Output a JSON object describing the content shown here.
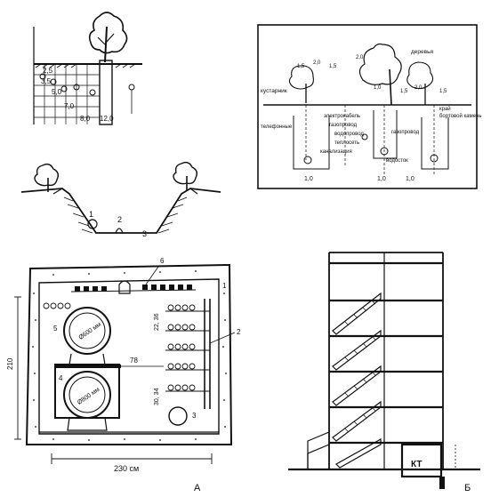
{
  "panel_a_top": {
    "depth_labels": [
      "2,5",
      "3,5",
      "5,0",
      "7,0",
      "8,0",
      "12,0"
    ]
  },
  "panel_a_middle": {
    "trench_labels": [
      "1",
      "2",
      "3"
    ]
  },
  "panel_right_top": {
    "labels": {
      "bush": "кустарник",
      "tree": "деревья",
      "telephone": "телефонные",
      "electric_cable": "электрокабель",
      "gas": "газопровод",
      "water": "водопровод",
      "heat": "теплосеть",
      "sewer": "канализация",
      "drain": "водосток",
      "gas_right": "газопровод",
      "edge": "край",
      "side_stone": "бортовой камень"
    },
    "dimensions": [
      "1,5",
      "2,0",
      "1,5",
      "2,0",
      "1,0",
      "1,5",
      "2,0",
      "1,5"
    ],
    "bottom_dims": [
      "1,0",
      "1,0",
      "1,0"
    ]
  },
  "panel_collector": {
    "callouts": [
      "6",
      "1",
      "2",
      "3",
      "4",
      "5"
    ],
    "pipe_upper": "Ø600 мм",
    "pipe_lower": "Ø800 мм",
    "height_dim": "210",
    "width_dim": "230 см",
    "mid_dim": "78",
    "rack_dims": [
      "22, 36",
      "30, 34"
    ]
  },
  "panel_building": {
    "kt_label": "КТ"
  },
  "figure_labels": {
    "a": "А",
    "b": "Б"
  }
}
